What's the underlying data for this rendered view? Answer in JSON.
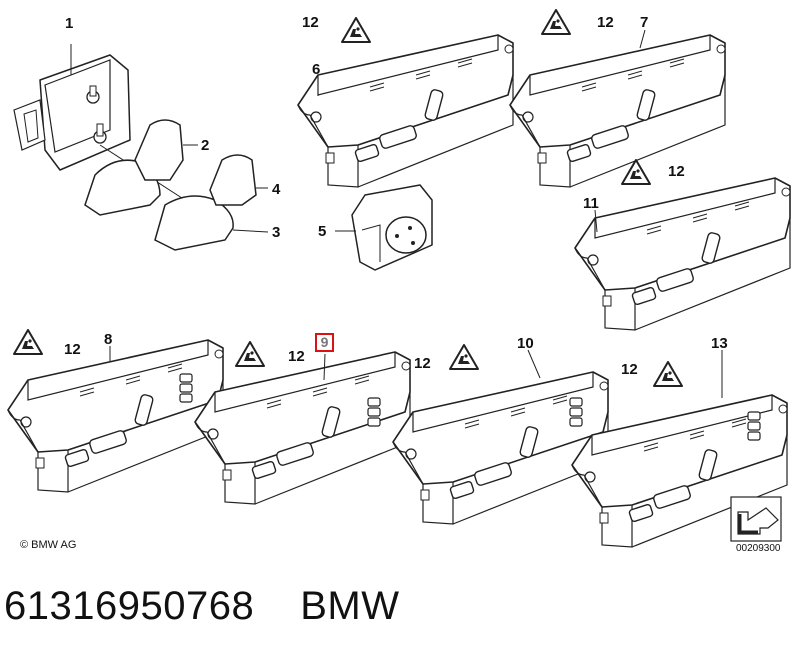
{
  "labels": {
    "p1": "1",
    "p2": "2",
    "p3": "3",
    "p4": "4",
    "p5": "5",
    "p6": "6",
    "p7": "7",
    "p8": "8",
    "p9": "9",
    "p10": "10",
    "p11": "11",
    "p12": "12",
    "p13": "13"
  },
  "highlighted_part": "9",
  "copyright": "© BMW AG",
  "diagram_id": "00209300",
  "footer": {
    "part_number": "61316950768",
    "brand": "BMW"
  }
}
